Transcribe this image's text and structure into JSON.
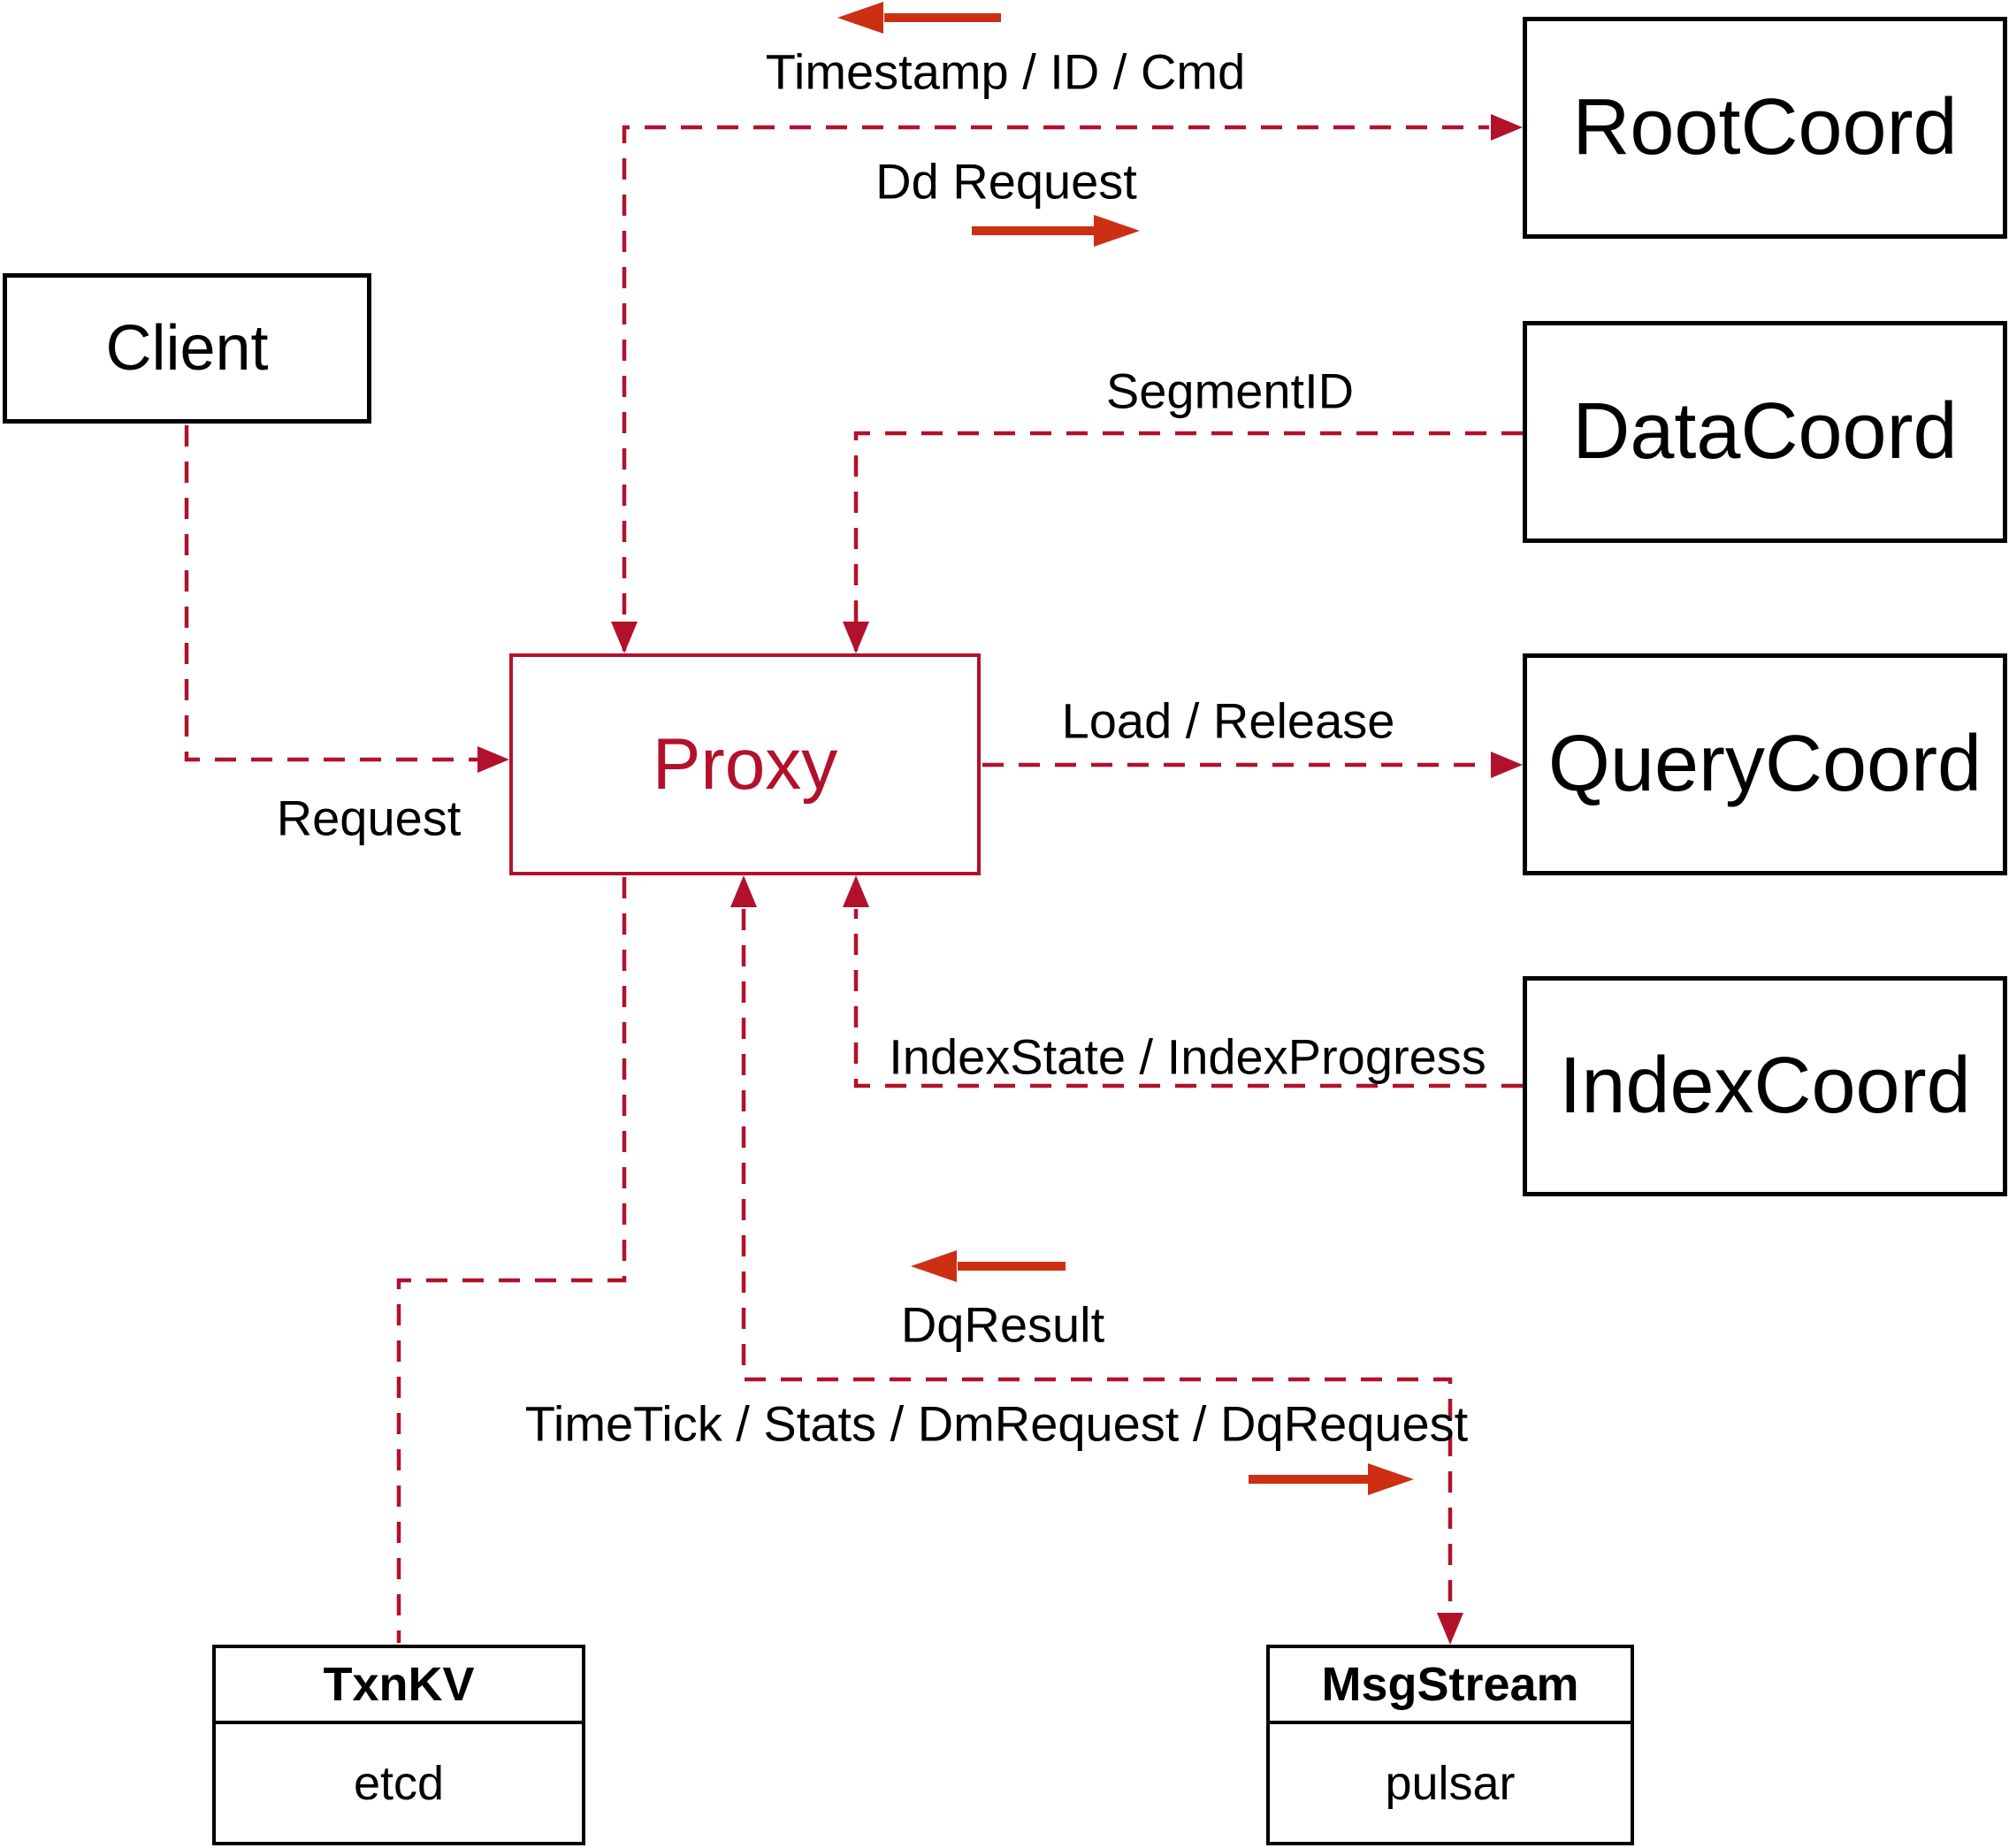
{
  "title": "Proxy interaction diagram",
  "colors": {
    "crimson_dashed_lines": "#b2112c",
    "vermillion_solid_arrows": "#cc2f12",
    "box_border_black": "#000000",
    "background": "#ffffff"
  },
  "nodes": {
    "client": {
      "label": "Client"
    },
    "proxy": {
      "label": "Proxy"
    },
    "root_coord": {
      "label": "RootCoord"
    },
    "data_coord": {
      "label": "DataCoord"
    },
    "query_coord": {
      "label": "QueryCoord"
    },
    "index_coord": {
      "label": "IndexCoord"
    },
    "txn_kv": {
      "title": "TxnKV",
      "subtitle": "etcd"
    },
    "msg_stream": {
      "title": "MsgStream",
      "subtitle": "pulsar"
    }
  },
  "edge_labels": {
    "timestamp_id_cmd": "Timestamp / ID / Cmd",
    "dd_request": "Dd Request",
    "segment_id": "SegmentID",
    "load_release": "Load / Release",
    "index_state_progress": "IndexState / IndexProgress",
    "request": "Request",
    "dq_result": "DqResult",
    "timetick_stats": "TimeTick / Stats / DmRequest / DqRequest"
  }
}
